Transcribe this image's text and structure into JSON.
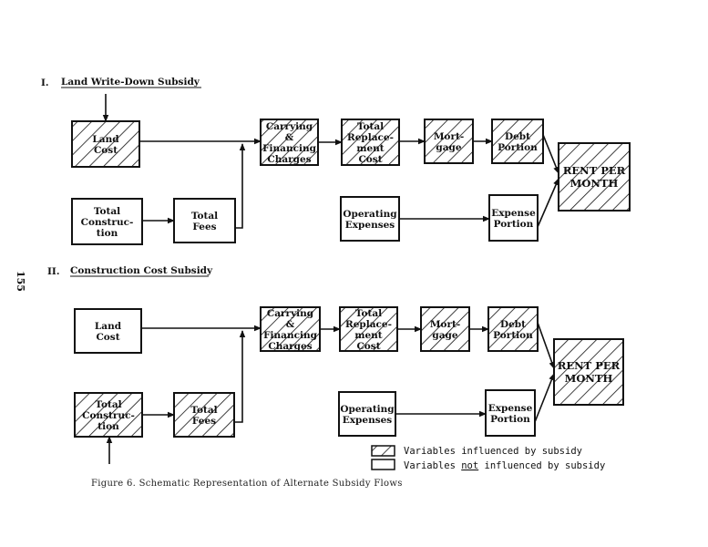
{
  "page_number": "155",
  "caption": "Figure 6.  Schematic Representation of Alternate Subsidy Flows",
  "colors": {
    "ink": "#111111",
    "paper": "#ffffff"
  },
  "legend": {
    "influenced": "Variables influenced by subsidy",
    "not_influenced_pre": "Variables ",
    "not_influenced_not": "not",
    "not_influenced_post": " influenced by subsidy"
  },
  "sections": [
    {
      "numeral": "I.",
      "title": "Land Write-Down Subsidy",
      "nodes": {
        "land_cost": {
          "lines": [
            "Land",
            "Cost"
          ],
          "influenced": true
        },
        "total_construction": {
          "lines": [
            "Total",
            "Construc-",
            "tion"
          ],
          "influenced": false
        },
        "total_fees": {
          "lines": [
            "Total",
            "Fees"
          ],
          "influenced": false
        },
        "carrying": {
          "lines": [
            "Carrying",
            "&",
            "Financing",
            "Charges"
          ],
          "influenced": true
        },
        "total_replacement": {
          "lines": [
            "Total",
            "Replace-",
            "ment",
            "Cost"
          ],
          "influenced": true
        },
        "mortgage": {
          "lines": [
            "Mort-",
            "gage"
          ],
          "influenced": true
        },
        "debt_portion": {
          "lines": [
            "Debt",
            "Portion"
          ],
          "influenced": true
        },
        "operating_expenses": {
          "lines": [
            "Operating",
            "Expenses"
          ],
          "influenced": false
        },
        "expense_portion": {
          "lines": [
            "Expense",
            "Portion"
          ],
          "influenced": false
        },
        "rent": {
          "lines": [
            "RENT PER",
            "MONTH"
          ],
          "influenced": true
        }
      },
      "subsidy_input": "land_cost"
    },
    {
      "numeral": "II.",
      "title": "Construction Cost Subsidy",
      "nodes": {
        "land_cost": {
          "lines": [
            "Land",
            "Cost"
          ],
          "influenced": false
        },
        "total_construction": {
          "lines": [
            "Total",
            "Construc-",
            "tion"
          ],
          "influenced": true
        },
        "total_fees": {
          "lines": [
            "Total",
            "Fees"
          ],
          "influenced": true
        },
        "carrying": {
          "lines": [
            "Carrying",
            "&",
            "Financing",
            "Charges"
          ],
          "influenced": true
        },
        "total_replacement": {
          "lines": [
            "Total",
            "Replace-",
            "ment",
            "Cost"
          ],
          "influenced": true
        },
        "mortgage": {
          "lines": [
            "Mort-",
            "gage"
          ],
          "influenced": true
        },
        "debt_portion": {
          "lines": [
            "Debt",
            "Portion"
          ],
          "influenced": true
        },
        "operating_expenses": {
          "lines": [
            "Operating",
            "Expenses"
          ],
          "influenced": false
        },
        "expense_portion": {
          "lines": [
            "Expense",
            "Portion"
          ],
          "influenced": false
        },
        "rent": {
          "lines": [
            "RENT PER",
            "MONTH"
          ],
          "influenced": true
        }
      },
      "subsidy_input": "total_construction"
    }
  ],
  "edges": [
    [
      "land_cost",
      "carrying"
    ],
    [
      "total_construction",
      "total_fees"
    ],
    [
      "total_fees",
      "carrying"
    ],
    [
      "carrying",
      "total_replacement"
    ],
    [
      "total_replacement",
      "mortgage"
    ],
    [
      "mortgage",
      "debt_portion"
    ],
    [
      "operating_expenses",
      "expense_portion"
    ],
    [
      "debt_portion",
      "rent"
    ],
    [
      "expense_portion",
      "rent"
    ]
  ]
}
